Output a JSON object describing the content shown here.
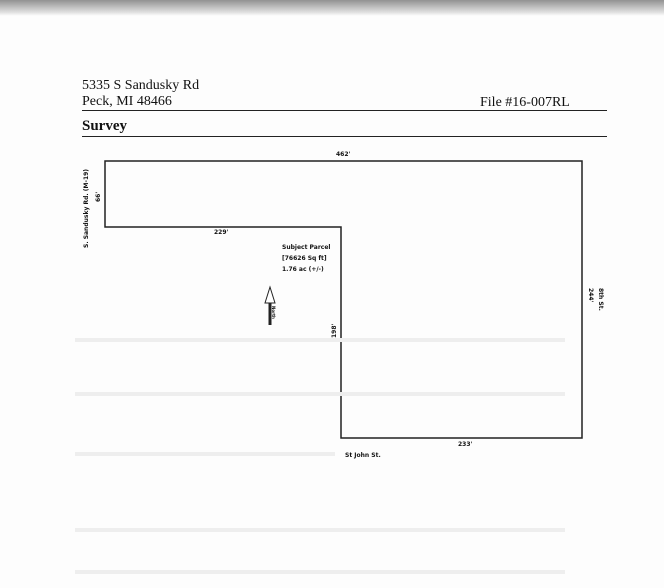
{
  "header": {
    "address_line1": "5335 S Sandusky Rd",
    "address_line2": "Peck, MI  48466",
    "file_number": "File #16-007RL",
    "section_title": "Survey"
  },
  "survey": {
    "top_dimension": "462'",
    "left_dimension": "66'",
    "inner_horizontal_dimension": "229'",
    "inner_vertical_dimension": "198'",
    "right_dimension": "244'",
    "bottom_dimension": "233'",
    "west_road": "S. Sandusky Rd. (M-19)",
    "east_road": "8th St.",
    "south_road": "St John St.",
    "parcel_label": "Subject Parcel",
    "parcel_area_sqft": "[76626 Sq ft]",
    "parcel_acres": "1.76 ac (+/-)",
    "north_label": "North"
  }
}
